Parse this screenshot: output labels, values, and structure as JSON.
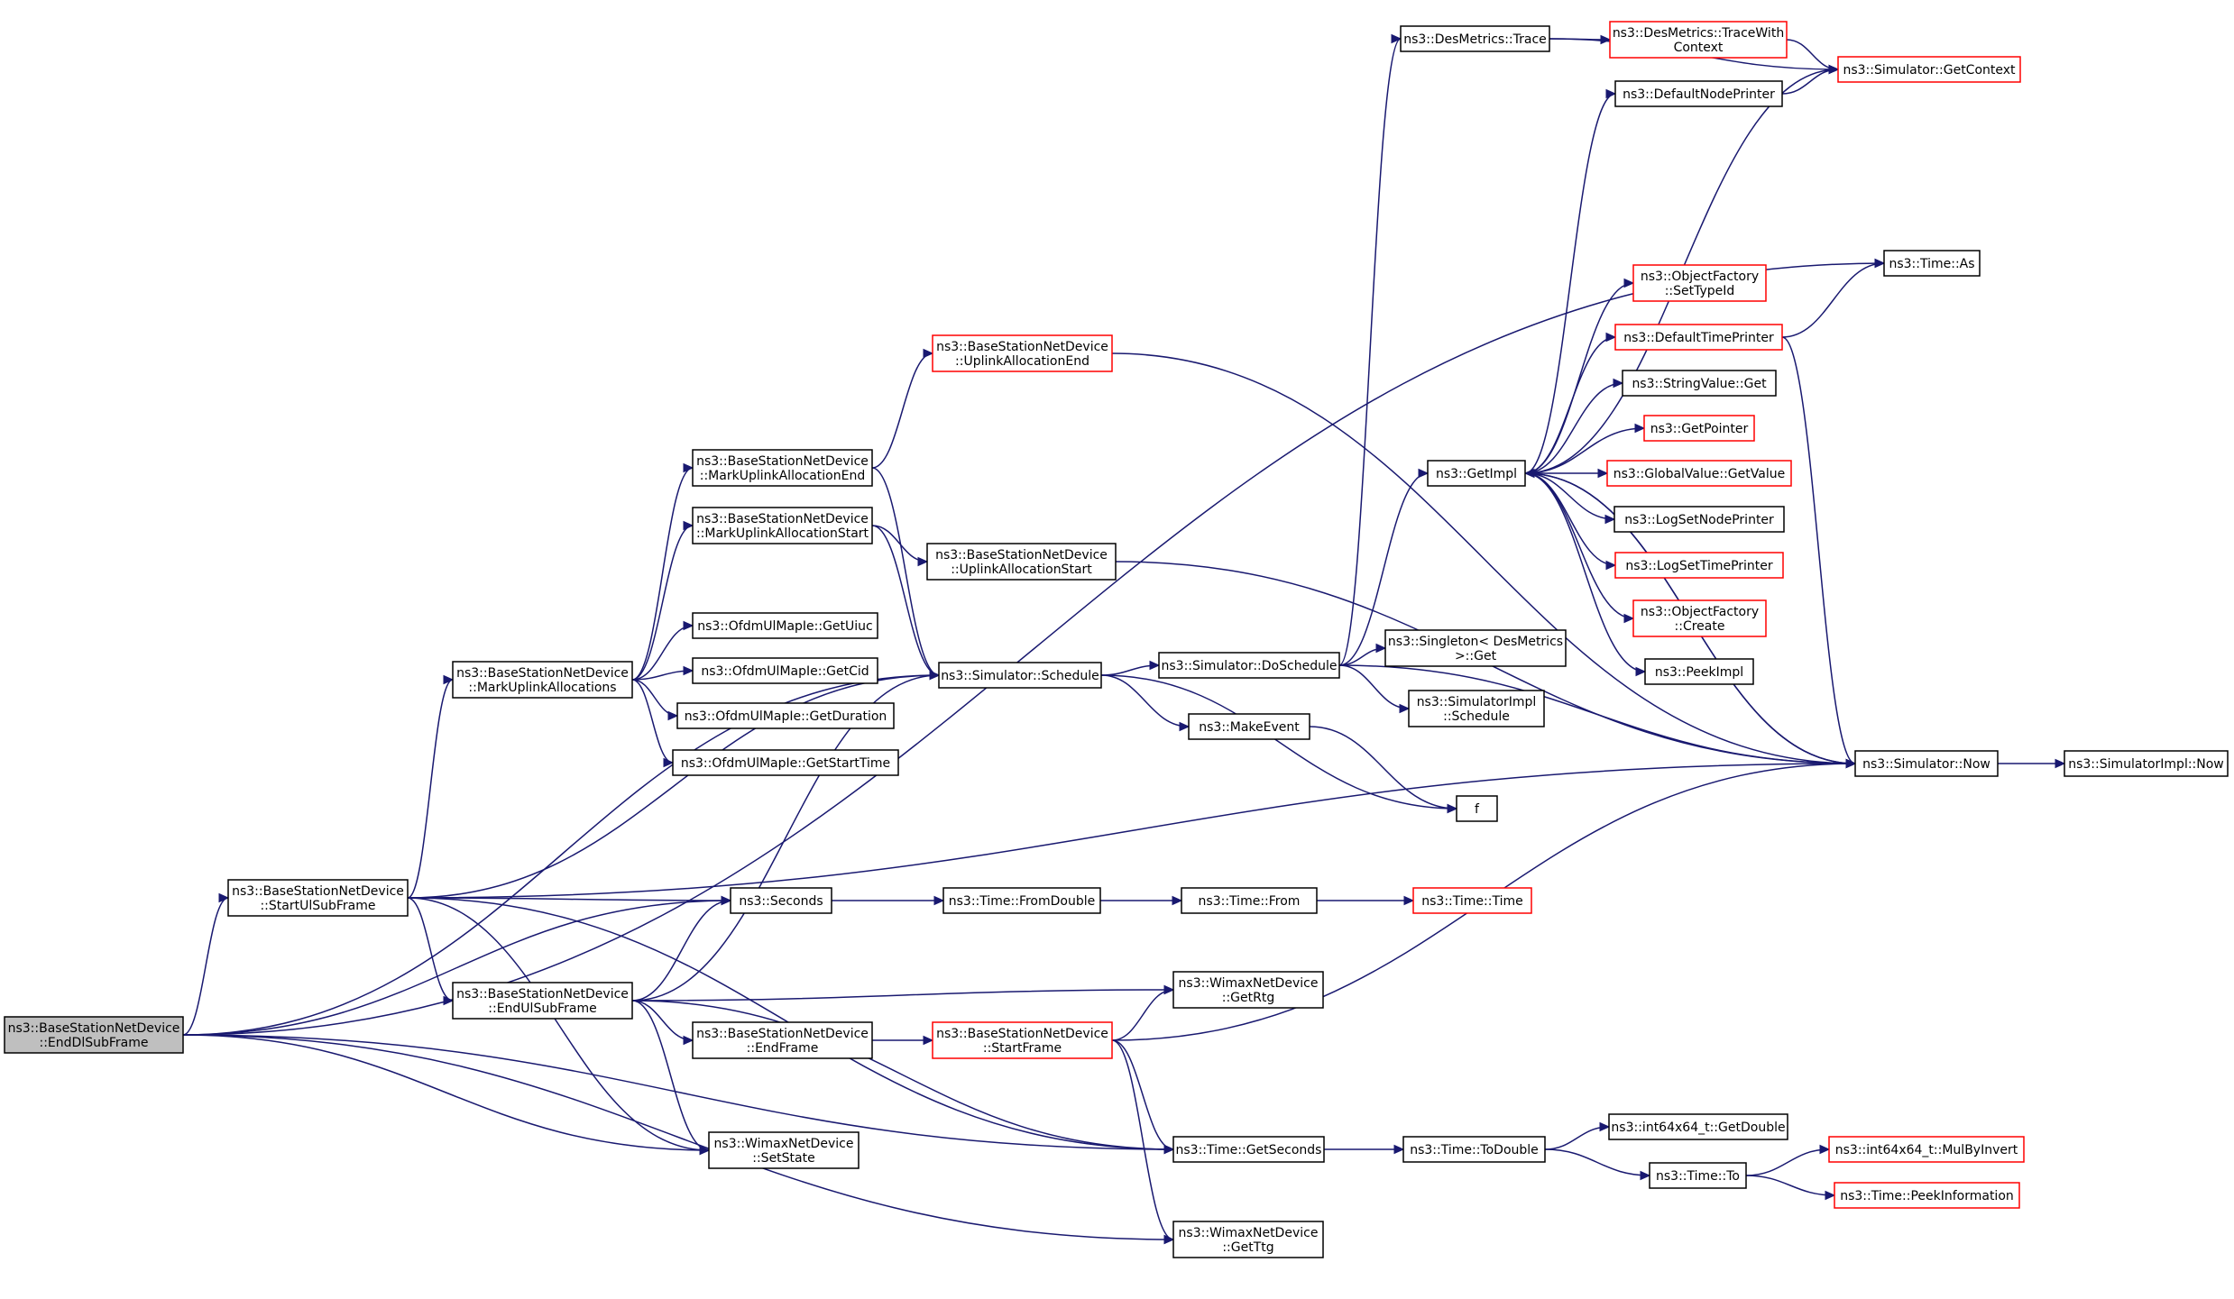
{
  "colors": {
    "edge": "#191970",
    "normal_border": "#000000",
    "red_border": "#ff0000",
    "root_fill": "#bfbfbf"
  },
  "nodes": [
    {
      "id": "root",
      "lines": [
        "ns3::BaseStationNetDevice",
        "::EndDlSubFrame"
      ],
      "style": "root"
    },
    {
      "id": "startul",
      "lines": [
        "ns3::BaseStationNetDevice",
        "::StartUlSubFrame"
      ],
      "style": "normal"
    },
    {
      "id": "markallocs",
      "lines": [
        "ns3::BaseStationNetDevice",
        "::MarkUplinkAllocations"
      ],
      "style": "normal"
    },
    {
      "id": "endul",
      "lines": [
        "ns3::BaseStationNetDevice",
        "::EndUlSubFrame"
      ],
      "style": "normal"
    },
    {
      "id": "markend",
      "lines": [
        "ns3::BaseStationNetDevice",
        "::MarkUplinkAllocationEnd"
      ],
      "style": "normal"
    },
    {
      "id": "markstart",
      "lines": [
        "ns3::BaseStationNetDevice",
        "::MarkUplinkAllocationStart"
      ],
      "style": "normal"
    },
    {
      "id": "getuiuc",
      "lines": [
        "ns3::OfdmUlMapIe::GetUiuc"
      ],
      "style": "normal"
    },
    {
      "id": "getcid",
      "lines": [
        "ns3::OfdmUlMapIe::GetCid"
      ],
      "style": "normal"
    },
    {
      "id": "getduration",
      "lines": [
        "ns3::OfdmUlMapIe::GetDuration"
      ],
      "style": "normal"
    },
    {
      "id": "getstarttime",
      "lines": [
        "ns3::OfdmUlMapIe::GetStartTime"
      ],
      "style": "normal"
    },
    {
      "id": "seconds",
      "lines": [
        "ns3::Seconds"
      ],
      "style": "normal"
    },
    {
      "id": "endframe",
      "lines": [
        "ns3::BaseStationNetDevice",
        "::EndFrame"
      ],
      "style": "normal"
    },
    {
      "id": "setstate",
      "lines": [
        "ns3::WimaxNetDevice",
        "::SetState"
      ],
      "style": "normal"
    },
    {
      "id": "uplinkend",
      "lines": [
        "ns3::BaseStationNetDevice",
        "::UplinkAllocationEnd"
      ],
      "style": "red"
    },
    {
      "id": "uplinkstart",
      "lines": [
        "ns3::BaseStationNetDevice",
        "::UplinkAllocationStart"
      ],
      "style": "normal"
    },
    {
      "id": "schedule",
      "lines": [
        "ns3::Simulator::Schedule"
      ],
      "style": "normal"
    },
    {
      "id": "fromdouble",
      "lines": [
        "ns3::Time::FromDouble"
      ],
      "style": "normal"
    },
    {
      "id": "startframe",
      "lines": [
        "ns3::BaseStationNetDevice",
        "::StartFrame"
      ],
      "style": "red"
    },
    {
      "id": "getrtg",
      "lines": [
        "ns3::WimaxNetDevice",
        "::GetRtg"
      ],
      "style": "normal"
    },
    {
      "id": "getseconds",
      "lines": [
        "ns3::Time::GetSeconds"
      ],
      "style": "normal"
    },
    {
      "id": "getttg",
      "lines": [
        "ns3::WimaxNetDevice",
        "::GetTtg"
      ],
      "style": "normal"
    },
    {
      "id": "doschedule",
      "lines": [
        "ns3::Simulator::DoSchedule"
      ],
      "style": "normal"
    },
    {
      "id": "makeevent",
      "lines": [
        "ns3::MakeEvent"
      ],
      "style": "normal"
    },
    {
      "id": "timefrom",
      "lines": [
        "ns3::Time::From"
      ],
      "style": "normal"
    },
    {
      "id": "todouble",
      "lines": [
        "ns3::Time::ToDouble"
      ],
      "style": "normal"
    },
    {
      "id": "destrace",
      "lines": [
        "ns3::DesMetrics::Trace"
      ],
      "style": "normal"
    },
    {
      "id": "getimpl",
      "lines": [
        "ns3::GetImpl"
      ],
      "style": "normal"
    },
    {
      "id": "singleton",
      "lines": [
        "ns3::Singleton< DesMetrics",
        "  >::Get"
      ],
      "style": "normal"
    },
    {
      "id": "implschedule",
      "lines": [
        "ns3::SimulatorImpl",
        "::Schedule"
      ],
      "style": "normal"
    },
    {
      "id": "f",
      "lines": [
        "f"
      ],
      "style": "normal"
    },
    {
      "id": "timetime",
      "lines": [
        "ns3::Time::Time"
      ],
      "style": "red"
    },
    {
      "id": "getdouble",
      "lines": [
        "ns3::int64x64_t::GetDouble"
      ],
      "style": "normal"
    },
    {
      "id": "timeto",
      "lines": [
        "ns3::Time::To"
      ],
      "style": "normal"
    },
    {
      "id": "tracewith",
      "lines": [
        "ns3::DesMetrics::TraceWith",
        "Context"
      ],
      "style": "red"
    },
    {
      "id": "defnodeprinter",
      "lines": [
        "ns3::DefaultNodePrinter"
      ],
      "style": "normal"
    },
    {
      "id": "settypeid",
      "lines": [
        "ns3::ObjectFactory",
        "::SetTypeId"
      ],
      "style": "red"
    },
    {
      "id": "deftimeprinter",
      "lines": [
        "ns3::DefaultTimePrinter"
      ],
      "style": "red"
    },
    {
      "id": "stringget",
      "lines": [
        "ns3::StringValue::Get"
      ],
      "style": "normal"
    },
    {
      "id": "getpointer",
      "lines": [
        "ns3::GetPointer"
      ],
      "style": "red"
    },
    {
      "id": "globalget",
      "lines": [
        "ns3::GlobalValue::GetValue"
      ],
      "style": "red"
    },
    {
      "id": "lognodeprinter",
      "lines": [
        "ns3::LogSetNodePrinter"
      ],
      "style": "normal"
    },
    {
      "id": "logtimeprinter",
      "lines": [
        "ns3::LogSetTimePrinter"
      ],
      "style": "red"
    },
    {
      "id": "ofcreate",
      "lines": [
        "ns3::ObjectFactory",
        "::Create"
      ],
      "style": "red"
    },
    {
      "id": "peekimpl",
      "lines": [
        "ns3::PeekImpl"
      ],
      "style": "normal"
    },
    {
      "id": "now",
      "lines": [
        "ns3::Simulator::Now"
      ],
      "style": "normal"
    },
    {
      "id": "mulbyinvert",
      "lines": [
        "ns3::int64x64_t::MulByInvert"
      ],
      "style": "red"
    },
    {
      "id": "peekinfo",
      "lines": [
        "ns3::Time::PeekInformation"
      ],
      "style": "red"
    },
    {
      "id": "getcontext",
      "lines": [
        "ns3::Simulator::GetContext"
      ],
      "style": "red"
    },
    {
      "id": "timeas",
      "lines": [
        "ns3::Time::As"
      ],
      "style": "normal"
    },
    {
      "id": "implnow",
      "lines": [
        "ns3::SimulatorImpl::Now"
      ],
      "style": "normal"
    }
  ],
  "edges": [
    [
      "root",
      "startul"
    ],
    [
      "root",
      "seconds"
    ],
    [
      "root",
      "setstate"
    ],
    [
      "root",
      "schedule"
    ],
    [
      "root",
      "getseconds"
    ],
    [
      "root",
      "getttg"
    ],
    [
      "root",
      "timeas"
    ],
    [
      "startul",
      "markallocs"
    ],
    [
      "startul",
      "endul"
    ],
    [
      "startul",
      "seconds"
    ],
    [
      "startul",
      "setstate"
    ],
    [
      "startul",
      "schedule"
    ],
    [
      "startul",
      "getseconds"
    ],
    [
      "startul",
      "now"
    ],
    [
      "markallocs",
      "markend"
    ],
    [
      "markallocs",
      "markstart"
    ],
    [
      "markallocs",
      "getuiuc"
    ],
    [
      "markallocs",
      "getcid"
    ],
    [
      "markallocs",
      "getduration"
    ],
    [
      "markallocs",
      "getstarttime"
    ],
    [
      "endul",
      "seconds"
    ],
    [
      "endul",
      "setstate"
    ],
    [
      "endul",
      "schedule"
    ],
    [
      "endul",
      "endframe"
    ],
    [
      "endul",
      "getrtg"
    ],
    [
      "endul",
      "getseconds"
    ],
    [
      "markend",
      "uplinkend"
    ],
    [
      "markend",
      "schedule"
    ],
    [
      "markstart",
      "uplinkstart"
    ],
    [
      "markstart",
      "schedule"
    ],
    [
      "seconds",
      "fromdouble"
    ],
    [
      "fromdouble",
      "timefrom"
    ],
    [
      "timefrom",
      "timetime"
    ],
    [
      "endframe",
      "startframe"
    ],
    [
      "startframe",
      "getrtg"
    ],
    [
      "startframe",
      "getseconds"
    ],
    [
      "startframe",
      "getttg"
    ],
    [
      "startframe",
      "now"
    ],
    [
      "uplinkend",
      "now"
    ],
    [
      "uplinkstart",
      "now"
    ],
    [
      "schedule",
      "doschedule"
    ],
    [
      "schedule",
      "makeevent"
    ],
    [
      "schedule",
      "f"
    ],
    [
      "makeevent",
      "f"
    ],
    [
      "doschedule",
      "destrace"
    ],
    [
      "doschedule",
      "getimpl"
    ],
    [
      "doschedule",
      "singleton"
    ],
    [
      "doschedule",
      "implschedule"
    ],
    [
      "doschedule",
      "now"
    ],
    [
      "getseconds",
      "todouble"
    ],
    [
      "todouble",
      "getdouble"
    ],
    [
      "todouble",
      "timeto"
    ],
    [
      "timeto",
      "mulbyinvert"
    ],
    [
      "timeto",
      "peekinfo"
    ],
    [
      "destrace",
      "tracewith"
    ],
    [
      "destrace",
      "getcontext"
    ],
    [
      "tracewith",
      "getcontext"
    ],
    [
      "getimpl",
      "defnodeprinter"
    ],
    [
      "getimpl",
      "settypeid"
    ],
    [
      "getimpl",
      "deftimeprinter"
    ],
    [
      "getimpl",
      "stringget"
    ],
    [
      "getimpl",
      "getpointer"
    ],
    [
      "getimpl",
      "globalget"
    ],
    [
      "getimpl",
      "lognodeprinter"
    ],
    [
      "getimpl",
      "logtimeprinter"
    ],
    [
      "getimpl",
      "ofcreate"
    ],
    [
      "getimpl",
      "peekimpl"
    ],
    [
      "getimpl",
      "getcontext"
    ],
    [
      "getimpl",
      "now"
    ],
    [
      "defnodeprinter",
      "getcontext"
    ],
    [
      "deftimeprinter",
      "timeas"
    ],
    [
      "deftimeprinter",
      "now"
    ],
    [
      "now",
      "getimpl"
    ],
    [
      "now",
      "implnow"
    ]
  ]
}
